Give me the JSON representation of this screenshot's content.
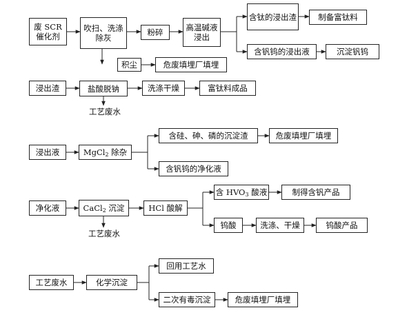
{
  "colors": {
    "line": "#222222",
    "background": "#ffffff",
    "text": "#111111"
  },
  "section1": {
    "spent_scr_catalyst": "废 SCR 催化剂",
    "blow_wash": "吹扫、洗涤除灰",
    "crushing": "粉碎",
    "alkali_leach": "高温碱液浸出",
    "ti_residue": "含钛的浸出渣",
    "make_ti_rich": "制备富钛料",
    "vw_leachate": "含钒钨的浸出液",
    "precip_vw": "沉淀钒钨",
    "dust": "积尘",
    "hazard_landfill": "危废填埋厂填埋"
  },
  "section2": {
    "leach_residue": "浸出渣",
    "hcl_desodium": "盐酸脱钠",
    "wash_dry": "洗涤干燥",
    "ti_rich_product": "富钛料成品",
    "wastewater": "工艺废水"
  },
  "section3": {
    "leachate": "浸出液",
    "mgcl2_pre": "MgCl",
    "mgcl2_sub": "2",
    "mgcl2_post": " 除杂",
    "si_as_p_residue": "含硅、砷、磷的沉淀渣",
    "hazard_landfill": "危废填埋厂填埋",
    "vw_purified": "含钒钨的净化液"
  },
  "section4": {
    "purified": "净化液",
    "cacl2_pre": "CaCl",
    "cacl2_sub": "2",
    "cacl2_post": " 沉淀",
    "hcl_acidolysis": "HCl 酸解",
    "hvo3_pre": "含 HVO",
    "hvo3_sub": "3",
    "hvo3_post": " 酸液",
    "v_product": "制得含钒产品",
    "tungstic_acid": "钨酸",
    "wash_dry": "洗涤、干燥",
    "tungstic_product": "钨酸产品",
    "wastewater": "工艺废水"
  },
  "section5": {
    "wastewater": "工艺废水",
    "chem_precip": "化学沉淀",
    "recycle": "回用工艺水",
    "secondary_toxic": "二次有毒沉淀",
    "hazard_landfill": "危废填埋厂填埋"
  }
}
